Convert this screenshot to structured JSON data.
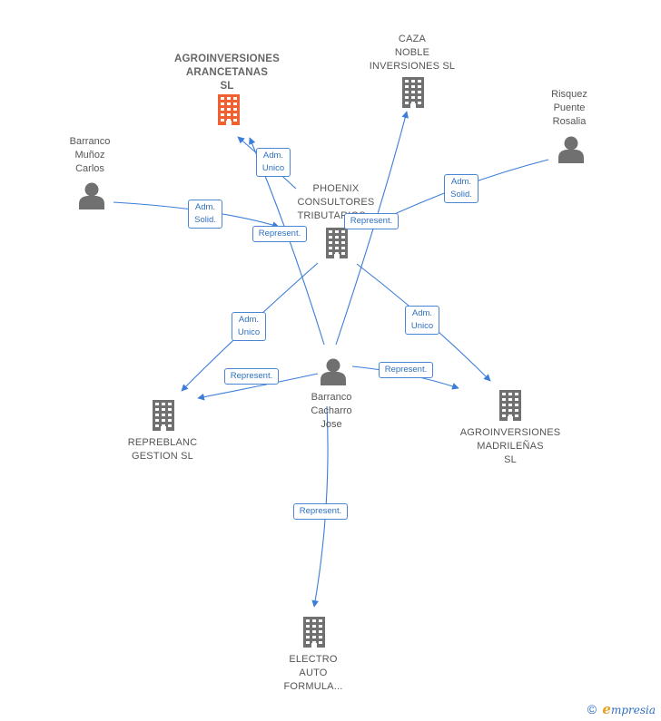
{
  "colors": {
    "accent": "#f06030",
    "node": "#707070",
    "edge": "#3b7dd8"
  },
  "nodes": [
    {
      "id": "agroinversiones_arancetanas",
      "type": "company",
      "highlight": true,
      "label": "AGROINVERSIONES\nARANCETANAS\nSL"
    },
    {
      "id": "caza_noble",
      "type": "company",
      "label": "CAZA\nNOBLE\nINVERSIONES SL"
    },
    {
      "id": "risquez",
      "type": "person",
      "label": "Risquez\nPuente\nRosalia"
    },
    {
      "id": "barranco_munoz",
      "type": "person",
      "label": "Barranco\nMuñoz\nCarlos"
    },
    {
      "id": "phoenix",
      "type": "company",
      "label": "PHOENIX\nCONSULTORES\nTRIBUTARIOS..."
    },
    {
      "id": "barranco_cacharro",
      "type": "person",
      "label": "Barranco\nCacharro\nJose"
    },
    {
      "id": "repreblanc",
      "type": "company",
      "label": "REPREBLANC\nGESTION SL"
    },
    {
      "id": "agroinversiones_madrilenas",
      "type": "company",
      "label": "AGROINVERSIONES\nMADRILEÑAS\nSL"
    },
    {
      "id": "electro_auto",
      "type": "company",
      "label": "ELECTRO\nAUTO\nFORMULA..."
    }
  ],
  "edges": [
    {
      "from": "phoenix",
      "to": "agroinversiones_arancetanas",
      "label": "Adm.\nUnico"
    },
    {
      "from": "barranco_munoz",
      "to": "phoenix",
      "label": "Adm.\nSolid."
    },
    {
      "from": "barranco_cacharro",
      "to": "agroinversiones_arancetanas",
      "label": "Represent."
    },
    {
      "from": "barranco_cacharro",
      "to": "caza_noble",
      "label": "Represent."
    },
    {
      "from": "risquez",
      "to": "phoenix",
      "label": "Adm.\nSolid."
    },
    {
      "from": "phoenix",
      "to": "repreblanc",
      "label": "Adm.\nUnico"
    },
    {
      "from": "phoenix",
      "to": "agroinversiones_madrilenas",
      "label": "Adm.\nUnico"
    },
    {
      "from": "barranco_cacharro",
      "to": "repreblanc",
      "label": "Represent."
    },
    {
      "from": "barranco_cacharro",
      "to": "agroinversiones_madrilenas",
      "label": "Represent."
    },
    {
      "from": "barranco_cacharro",
      "to": "electro_auto",
      "label": "Represent."
    }
  ],
  "footer": {
    "copyright": "©",
    "brand_initial": "e",
    "brand_rest": "mpresia"
  }
}
